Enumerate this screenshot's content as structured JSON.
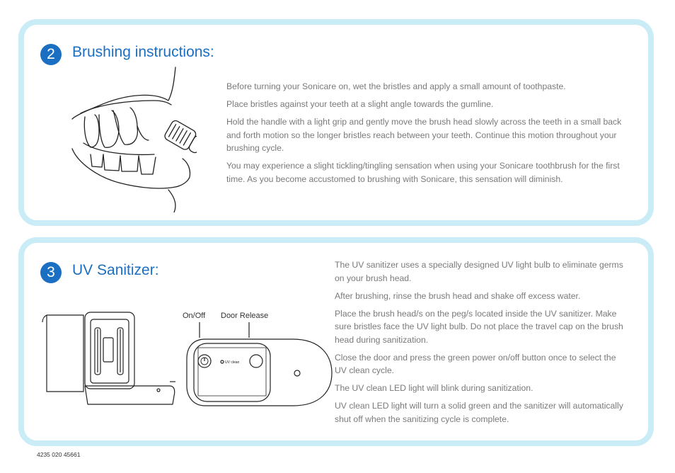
{
  "brushing": {
    "step_number": "2",
    "title": "Brushing instructions:",
    "paragraphs": [
      "Before turning your Sonicare on, wet the bristles and apply a small amount of toothpaste.",
      "Place bristles against your teeth at a slight angle towards the gumline.",
      "Hold the handle with a light grip and gently move the brush head slowly across the teeth in a small back and forth motion so the longer bristles reach between your teeth. Continue this motion throughout your brushing cycle.",
      "You may experience a slight tickling/tingling sensation when using your Sonicare toothbrush for the first time. As you become accustomed to brushing with Sonicare, this sensation will diminish."
    ]
  },
  "uv_sanitizer": {
    "step_number": "3",
    "title": "UV Sanitizer:",
    "callouts": {
      "on_off": "On/Off",
      "door_release": "Door Release"
    },
    "device_label": "UV clean",
    "paragraphs": [
      "The UV sanitizer uses a specially designed UV light bulb to eliminate germs on your brush head.",
      "After brushing, rinse the brush head and shake off excess water.",
      "Place the brush head/s on the peg/s located inside the UV sanitizer. Make sure bristles face the UV light bulb. Do not place the travel cap on the brush head during sanitization.",
      "Close the door and press the green power on/off button once to select the UV clean cycle.",
      "The UV clean LED light will blink during sanitization.",
      "UV clean LED light will turn a solid green and the sanitizer will automatically shut off when the sanitizing cycle is complete."
    ]
  },
  "footer": {
    "part_number": "4235 020 45661"
  },
  "colors": {
    "accent_blue": "#1b6fc2",
    "panel_border": "#c9ecf7",
    "body_text": "#7a7a7a"
  }
}
